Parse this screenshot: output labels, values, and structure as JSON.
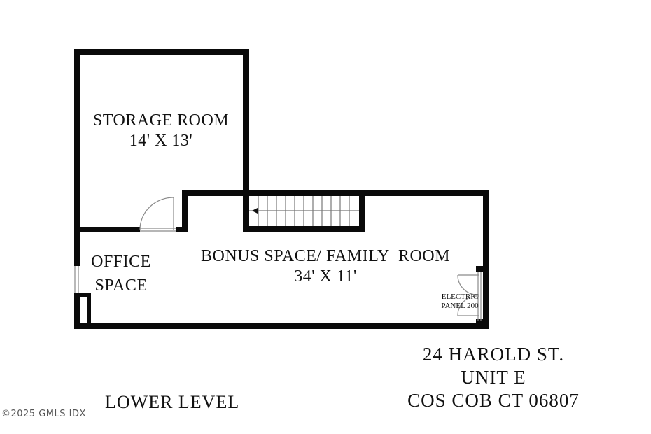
{
  "floor_plan": {
    "level_label": "LOWER LEVEL",
    "rooms": [
      {
        "name": "STORAGE ROOM",
        "dimensions": "14' X 13'"
      },
      {
        "name": "BONUS SPACE/ FAMILY  ROOM",
        "dimensions": "34' X 11'"
      },
      {
        "name_line1": "OFFICE",
        "name_line2": "SPACE"
      }
    ],
    "fixtures": {
      "electric_line1": "ELECTRIC",
      "electric_line2": "PANEL 200"
    },
    "address": {
      "line1": "24 HAROLD ST.",
      "line2": "UNIT E",
      "line3": "COS COB CT 06807"
    },
    "copyright": "©2025 GMLS IDX",
    "colors": {
      "wall": "#0a0a0a",
      "fixture_line": "#8a8a8a",
      "background": "#ffffff"
    }
  }
}
